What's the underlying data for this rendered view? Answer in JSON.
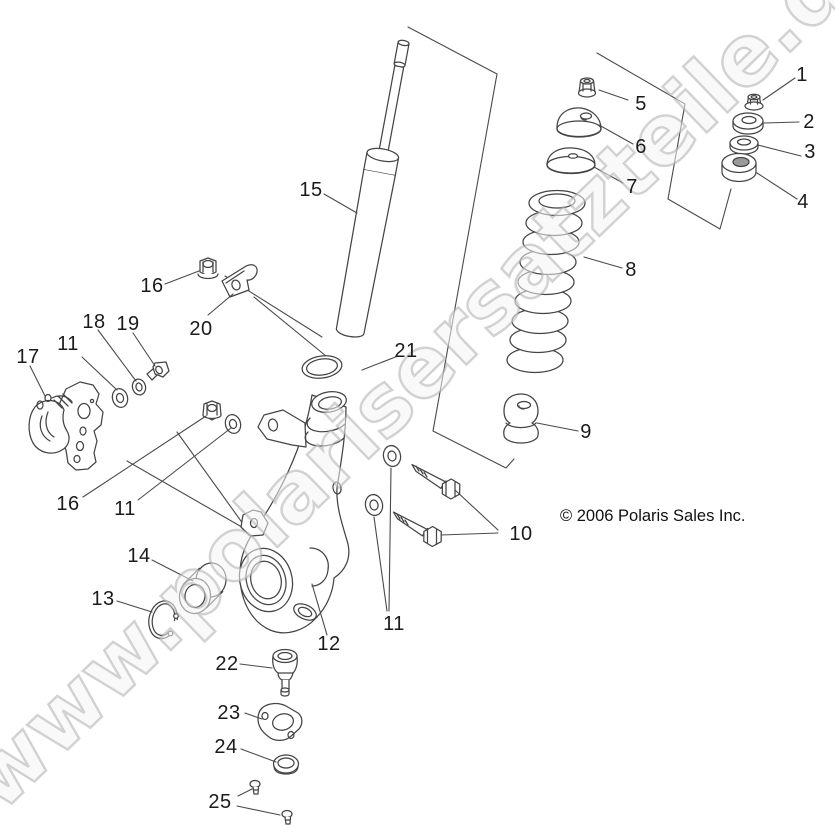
{
  "watermark": "www.polarisersatzteile.de",
  "copyright": "© 2006 Polaris Sales Inc.",
  "colors": {
    "line_art": "#444444",
    "label_text": "#1b1b1b",
    "watermark_fill": "#f4f4f4",
    "watermark_stroke": "#a8a8a8"
  },
  "callouts": [
    {
      "label": "1"
    },
    {
      "label": "2"
    },
    {
      "label": "3"
    },
    {
      "label": "4"
    },
    {
      "label": "5"
    },
    {
      "label": "6"
    },
    {
      "label": "7"
    },
    {
      "label": "8"
    },
    {
      "label": "9"
    },
    {
      "label": "10"
    },
    {
      "label": "11"
    },
    {
      "label": "11"
    },
    {
      "label": "11"
    },
    {
      "label": "12"
    },
    {
      "label": "13"
    },
    {
      "label": "14"
    },
    {
      "label": "15"
    },
    {
      "label": "16"
    },
    {
      "label": "16"
    },
    {
      "label": "17"
    },
    {
      "label": "18"
    },
    {
      "label": "19"
    },
    {
      "label": "20"
    },
    {
      "label": "21"
    },
    {
      "label": "22"
    },
    {
      "label": "23"
    },
    {
      "label": "24"
    },
    {
      "label": "25"
    }
  ]
}
